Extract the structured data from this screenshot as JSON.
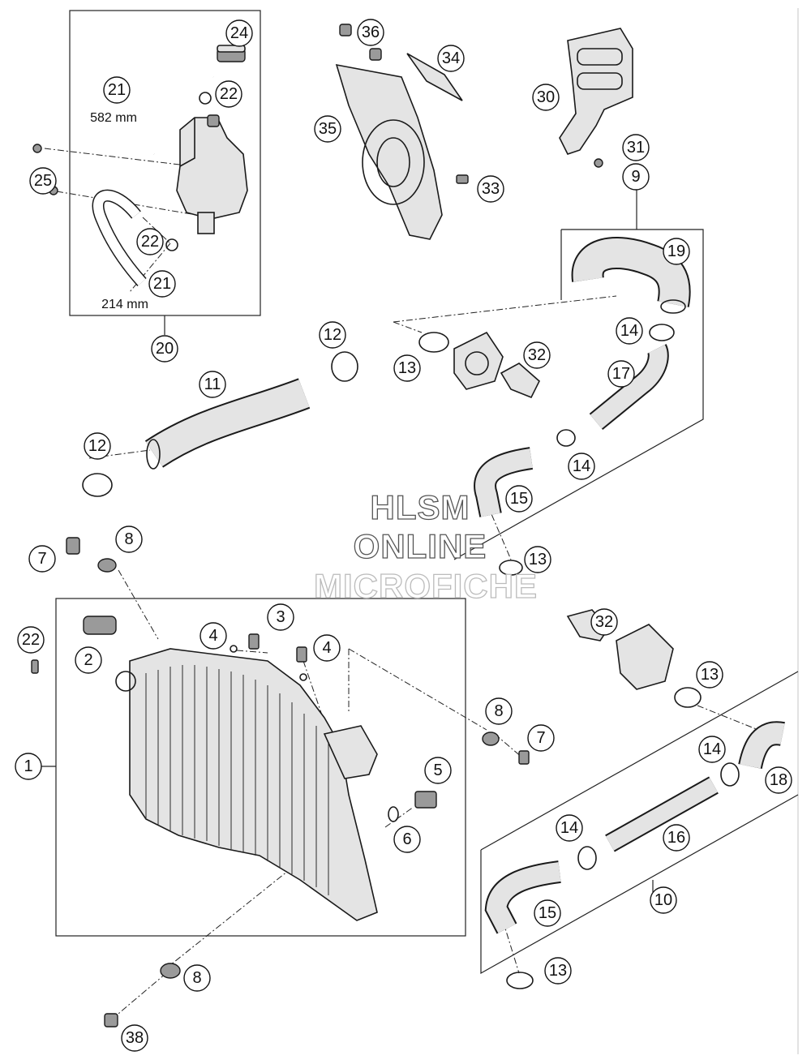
{
  "watermark": {
    "line1": "HLSM",
    "line2": "ONLINE",
    "line3": "MICROFICHE"
  },
  "dimensions": {
    "hose_21_upper": "582 mm",
    "hose_21_lower": "214 mm"
  },
  "callouts": [
    "1",
    "2",
    "3",
    "4",
    "4",
    "5",
    "6",
    "7",
    "7",
    "8",
    "8",
    "8",
    "9",
    "10",
    "11",
    "12",
    "12",
    "13",
    "13",
    "13",
    "13",
    "14",
    "14",
    "14",
    "14",
    "15",
    "15",
    "16",
    "17",
    "18",
    "19",
    "20",
    "21",
    "21",
    "22",
    "22",
    "22",
    "24",
    "25",
    "30",
    "31",
    "32",
    "32",
    "33",
    "34",
    "35",
    "36",
    "38"
  ]
}
